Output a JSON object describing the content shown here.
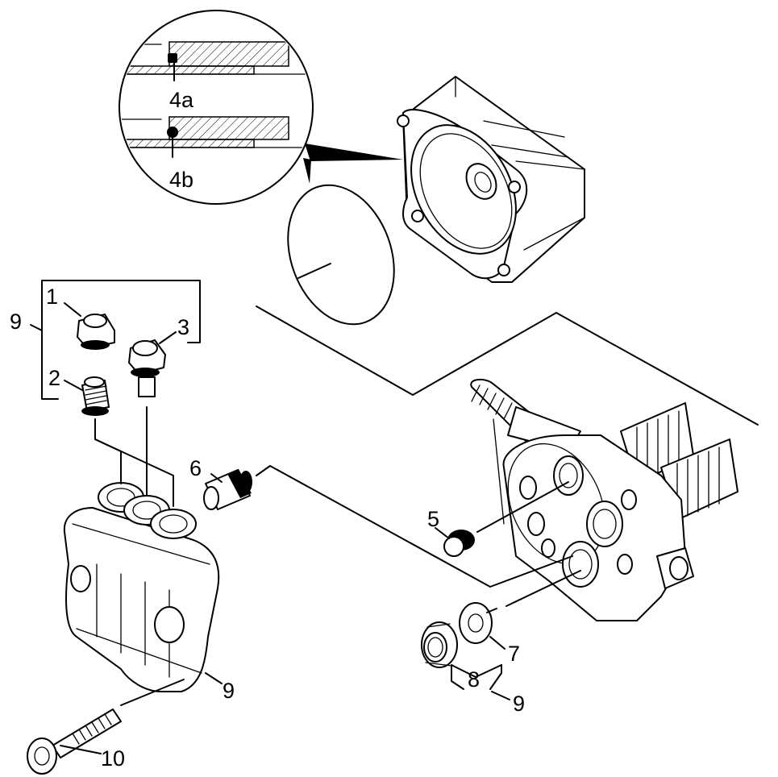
{
  "labels": {
    "l1": "1",
    "l2": "2",
    "l3": "3",
    "l4a": "4a",
    "l4b": "4b",
    "l5": "5",
    "l6": "6",
    "l7": "7",
    "l8": "8",
    "l9a": "9",
    "l9b": "9",
    "l9c": "9",
    "l10": "10"
  },
  "colors": {
    "ink": "#000000",
    "paper": "#ffffff"
  }
}
